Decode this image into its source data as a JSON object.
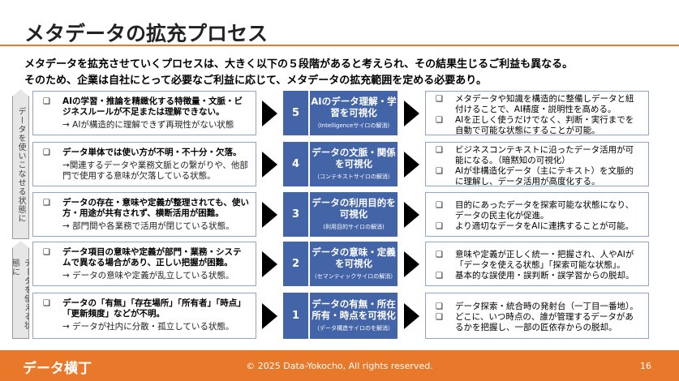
{
  "title": "メタデータの拡充プロセス",
  "subtitle": [
    "メタデータを拡充させていくプロセスは、大きく以下の５段階があると考えられ、その結果生じるご利益も異なる。",
    "そのため、企業は自社にとって必要なご利益に応じて、メタデータの拡充範囲を定める必要あり。"
  ],
  "side_labels": [
    "データを使いこなせる状態に",
    "データを使える状態に"
  ],
  "checkbox_glyph": "❑",
  "rows": [
    {
      "problem": "AIの学習・推論を精緻化する特徴量・文脈・ビジネスルールが不足または理解できない。",
      "note": "→ AIが構造的に理解できず再現性がない状態",
      "level": "5",
      "stage": "AIのデータ理解・学習を可視化",
      "stage_sub": "(Intelligenceサイロの解消)",
      "benefits": [
        "メタデータや知識を構造的に整備しデータと紐付けることで、AI精度・説明性を高める。",
        "AIを正しく使うだけでなく、判断・実行までを自動で可能な状態にすることが可能。"
      ]
    },
    {
      "problem": "データ単体では使い方が不明・不十分・欠落。",
      "note": "→関連するデータや業務文脈との繋がりや、他部門で使用する意味が欠落している状態。",
      "level": "4",
      "stage": "データの文脈・関係を可視化",
      "stage_sub": "（コンテキストサイロの解消）",
      "benefits": [
        "ビジネスコンテキストに沿ったデータ活用が可能になる。（暗黙知の可視化）",
        "AIが非構造化データ（主にテキスト）を文脈的に理解し、データ活用が高度化する。"
      ]
    },
    {
      "problem": "データの存在・意味や定義が整理されても、使い方・用途が共有されず、横断活用が困難。",
      "note": "→ 部門間や各業務で活用が閉じている状態。",
      "level": "3",
      "stage": "データの利用目的を可視化",
      "stage_sub": "(利用目的サイロの解消)",
      "benefits": [
        "目的にあったデータを探索可能な状態になり、データの民主化が促進。",
        "より適切なデータをAIに連携することが可能。"
      ]
    },
    {
      "problem": "データ項目の意味や定義が部門・業務・システムで異なる場合があり、正しい把握が困難。",
      "note": "→ データの意味や定義が乱立している状態。",
      "level": "2",
      "stage": "データの意味・定義を可視化",
      "stage_sub": "（セマンティックサイロの解消）",
      "benefits": [
        "意味や定義が正しく統一・把握され、人やAIが「データを使える状態」「探索可能な状態」。",
        "基本的な誤使用・誤判断・誤学習からの脱却。"
      ]
    },
    {
      "problem": "データの「有無」「存在場所」「所有者」「時点」「更新頻度」などが不明。",
      "note": "→ データが社内に分散・孤立している状態。",
      "level": "1",
      "stage": "データの有無・所在所有・時点を可視化",
      "stage_sub": "（データ構造サイロのを解消）",
      "benefits": [
        "データ探索・統合時の発射台（一丁目一番地）。",
        "どこに、いつ時点の、誰が管理するデータがあるかを把握し、一部の匠依存からの脱却。"
      ]
    }
  ],
  "footer": {
    "logo": "データ横丁",
    "copyright": "© 2025 Data-Yokocho, All rights reserved.",
    "page": "16"
  }
}
